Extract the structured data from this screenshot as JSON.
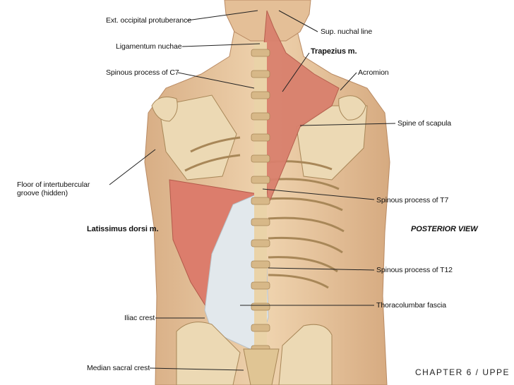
{
  "labels": {
    "ext_occipital": "Ext. occipital protuberance",
    "sup_nuchal": "Sup. nuchal line",
    "lig_nuchae": "Ligamentum nuchae",
    "trapezius": "Trapezius m.",
    "spinous_c7": "Spinous process of C7",
    "acromion": "Acromion",
    "spine_scapula": "Spine of scapula",
    "floor_groove_1": "Floor of intertubercular",
    "floor_groove_2": "groove (hidden)",
    "spinous_t7": "Spinous process of T7",
    "latissimus": "Latissimus dorsi m.",
    "posterior_view": "POSTERIOR VIEW",
    "spinous_t12": "Spinous process of T12",
    "iliac_crest": "Iliac crest",
    "thoracolumbar": "Thoracolumbar fascia",
    "median_sacral": "Median sacral crest"
  },
  "footer": {
    "chapter": "CHAPTER 6 / UPPE"
  },
  "colors": {
    "skin": "#e9c9a2",
    "bone": "#ead9b6",
    "muscle": "#dc7d6c",
    "fascia": "#dfe6ea",
    "leader": "#222222"
  }
}
